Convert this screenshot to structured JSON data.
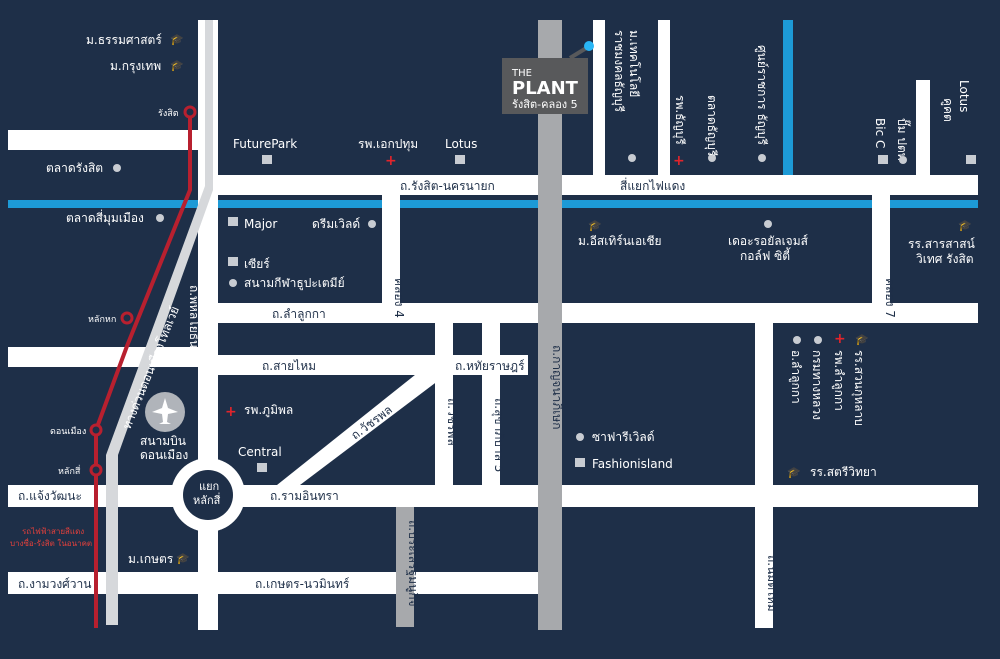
{
  "colors": {
    "background": "#1e2f48",
    "road": "#ffffff",
    "expressway": "#a7a9ac",
    "canal": "#1d9ad6",
    "rail": "#b8202f",
    "brand_box": "#58595b",
    "hospital": "#e3242b",
    "text": "#ffffff",
    "rail_note": "#e0403c"
  },
  "project": {
    "brand_line1": "THE",
    "brand_line2": "PLANT",
    "location": "รังสิต-คลอง 5"
  },
  "roads": {
    "rangsit_nakhonnayok": "ถ.รังสิต-นครนายก",
    "lamlukka": "ถ.ลำลูกกา",
    "saimai": "ถ.สายไหม",
    "hathairat": "ถ.หทัยราษฎร์",
    "watcharapol": "ถ.วัชรพล",
    "vibhavadi": "ทางด่วนดอนเมืองโทลเวย์",
    "phahonyothin": "ถ.พหลโยธิน",
    "chaengwattana": "ถ.แจ้งวัฒนะ",
    "ramintra": "ถ.รามอินทรา",
    "ngamwongwan": "ถ.งามวงศ์วาน",
    "kaset_nawamin": "ถ.เกษตร-นวมินทร์",
    "kanchanaphisek": "ถ.กาญจนาภิเษก",
    "prasertmanukit": "ถ.ประเสริฐมนูกิจ",
    "watcharaphol_v": "ถ.วัชรพล",
    "sukhaphiban5": "ถ.สุขาภิบาล 5",
    "nimitmai": "ถ.นิมิตใหม่",
    "khlong4": "คลอง 4",
    "khlong7": "คลอง 7",
    "sip_yaek_fai_daeng": "สี่แยกไฟแดง",
    "lak_si_circle": "แยก\nหลักสี่"
  },
  "rail": {
    "stations": [
      "รังสิต",
      "หลักหก",
      "ดอนเมือง",
      "หลักสี่"
    ],
    "note_line1": "รถไฟฟ้าสายสีแดง",
    "note_line2": "บางซื่อ-รังสิต ในอนาคต"
  },
  "airport": {
    "label_line1": "สนามบิน",
    "label_line2": "ดอนเมือง",
    "icon": "airplane-icon"
  },
  "landmarks": {
    "thammasat": "ม.ธรรมศาสตร์",
    "krungthep": "ม.กรุงเทพ",
    "talad_rangsit": "ตลาดรังสิต",
    "talad_simummuang": "ตลาดสี่มุมเมือง",
    "futurepark": "FuturePark",
    "rp_ekpathum": "รพ.เอกปทุม",
    "lotus1": "Lotus",
    "major": "Major",
    "dreamworld": "ดรีมเวิลด์",
    "zeer": "เซียร์",
    "thupatemi": "สนามกีฬาธูปะเตมีย์",
    "rp_bhumibol": "รพ.ภูมิพล",
    "central": "Central",
    "m_kaset": "ม.เกษตร",
    "m_eastern_asia": "ม.อีสเทิร์นเอเชีย",
    "the_royal_gems": "เดอะรอยัลเจมส์\nกอล์ฟ ซิตี้",
    "m_technology": "ม.เทคโนโลยี\nราชมงคลธัญบุรี",
    "rp_thanyaburi": "รพ.ธัญบุรี",
    "talad_thanyaburi": "ตลาดธัญบุรี",
    "government_center": "ศูนย์ราชการ ธัญบุรี",
    "bicc": "Bic C",
    "ptt": "ปั๊ม ปตท",
    "lotus2": "Lotus\nคูคต",
    "school_rangsit": "รร.สารสาสน์\nวิเทศ รังสิต",
    "safari": "ซาฟารีเวิลด์",
    "fashion": "Fashionisland",
    "amphoe_lamlukka": "อ.ลำลูกกา",
    "kumbang": "กรมทางหลวง",
    "rp_lamlukka": "รพ.ลำลูกกา",
    "school_suankularb": "รร.สวนกุหลาบ",
    "school_satri": "รร.สตรีวิทยา"
  }
}
